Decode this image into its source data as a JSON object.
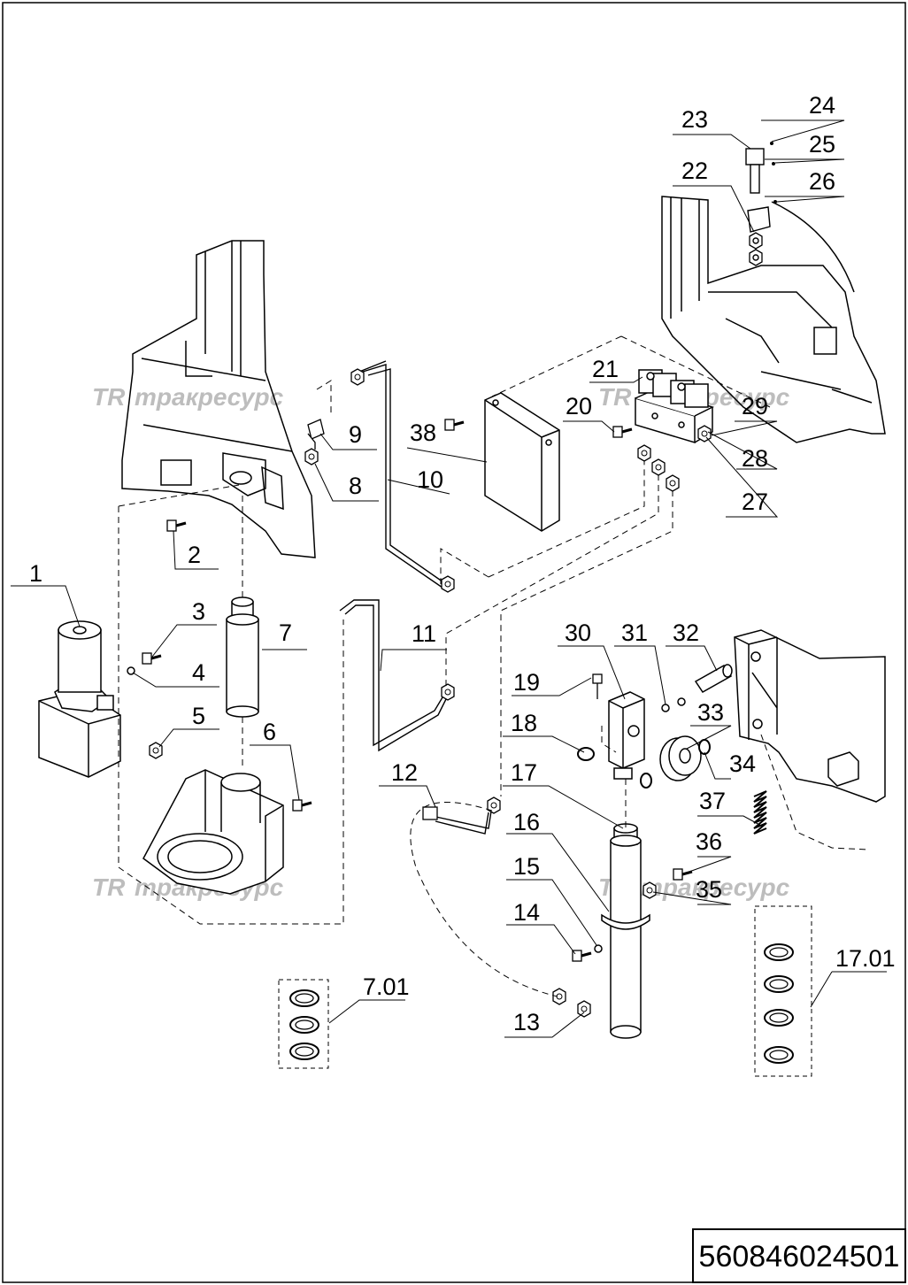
{
  "watermark": {
    "logo": "TR",
    "text": "тракресурс"
  },
  "document_number": "560846024501",
  "callouts": {
    "c1": "1",
    "c2": "2",
    "c3": "3",
    "c4": "4",
    "c5": "5",
    "c6": "6",
    "c7": "7",
    "c8": "8",
    "c9": "9",
    "c10": "10",
    "c11": "11",
    "c12": "12",
    "c13": "13",
    "c14": "14",
    "c15": "15",
    "c16": "16",
    "c17": "17",
    "c18": "18",
    "c19": "19",
    "c20": "20",
    "c21": "21",
    "c22": "22",
    "c23": "23",
    "c24": "24",
    "c25": "25",
    "c26": "26",
    "c27": "27",
    "c28": "28",
    "c29": "29",
    "c30": "30",
    "c31": "31",
    "c32": "32",
    "c33": "33",
    "c34": "34",
    "c35": "35",
    "c36": "36",
    "c37": "37",
    "c38": "38",
    "c7_01": "7.01",
    "c17_01": "17.01"
  }
}
